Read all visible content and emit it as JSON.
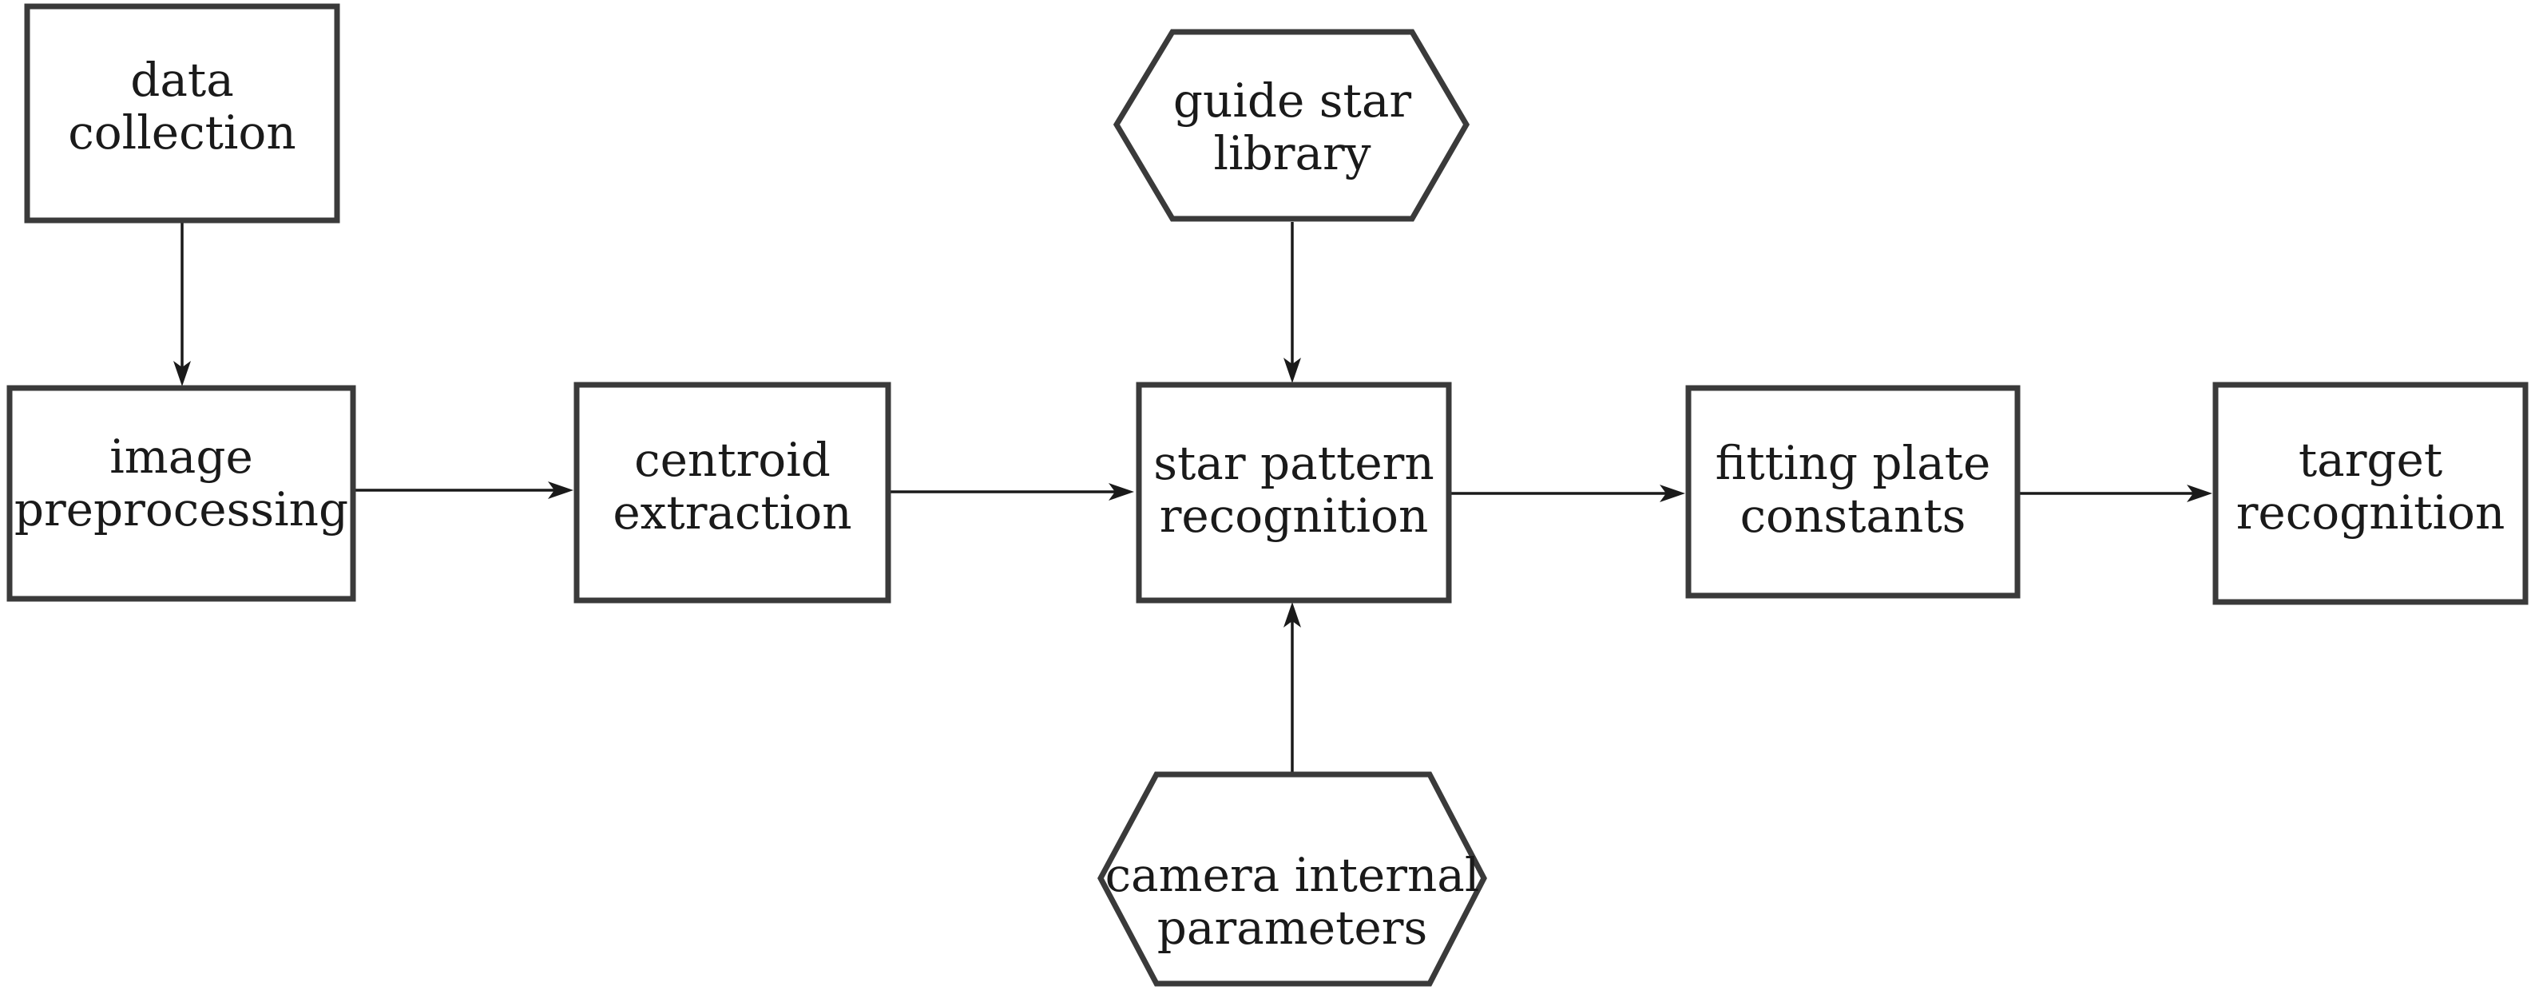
{
  "nodes": {
    "data_collection": {
      "line1": "data",
      "line2": "collection"
    },
    "image_preprocessing": {
      "line1": "image",
      "line2": "preprocessing"
    },
    "centroid_extraction": {
      "line1": "centroid",
      "line2": "extraction"
    },
    "guide_star_library": {
      "line1": "guide star",
      "line2": "library"
    },
    "star_pattern_recognition": {
      "line1": "star pattern",
      "line2": "recognition"
    },
    "camera_internal_parameters": {
      "line1": "camera internal",
      "line2": "parameters"
    },
    "fitting_plate_constants": {
      "line1": "fitting plate",
      "line2": "constants"
    },
    "target_recognition": {
      "line1": "target",
      "line2": "recognition"
    }
  },
  "edges": [
    {
      "from": "data collection",
      "to": "image preprocessing"
    },
    {
      "from": "image preprocessing",
      "to": "centroid extraction"
    },
    {
      "from": "centroid extraction",
      "to": "star pattern recognition"
    },
    {
      "from": "guide star library",
      "to": "star pattern recognition"
    },
    {
      "from": "camera internal parameters",
      "to": "star pattern recognition"
    },
    {
      "from": "star pattern recognition",
      "to": "fitting plate constants"
    },
    {
      "from": "fitting plate constants",
      "to": "target recognition"
    }
  ]
}
